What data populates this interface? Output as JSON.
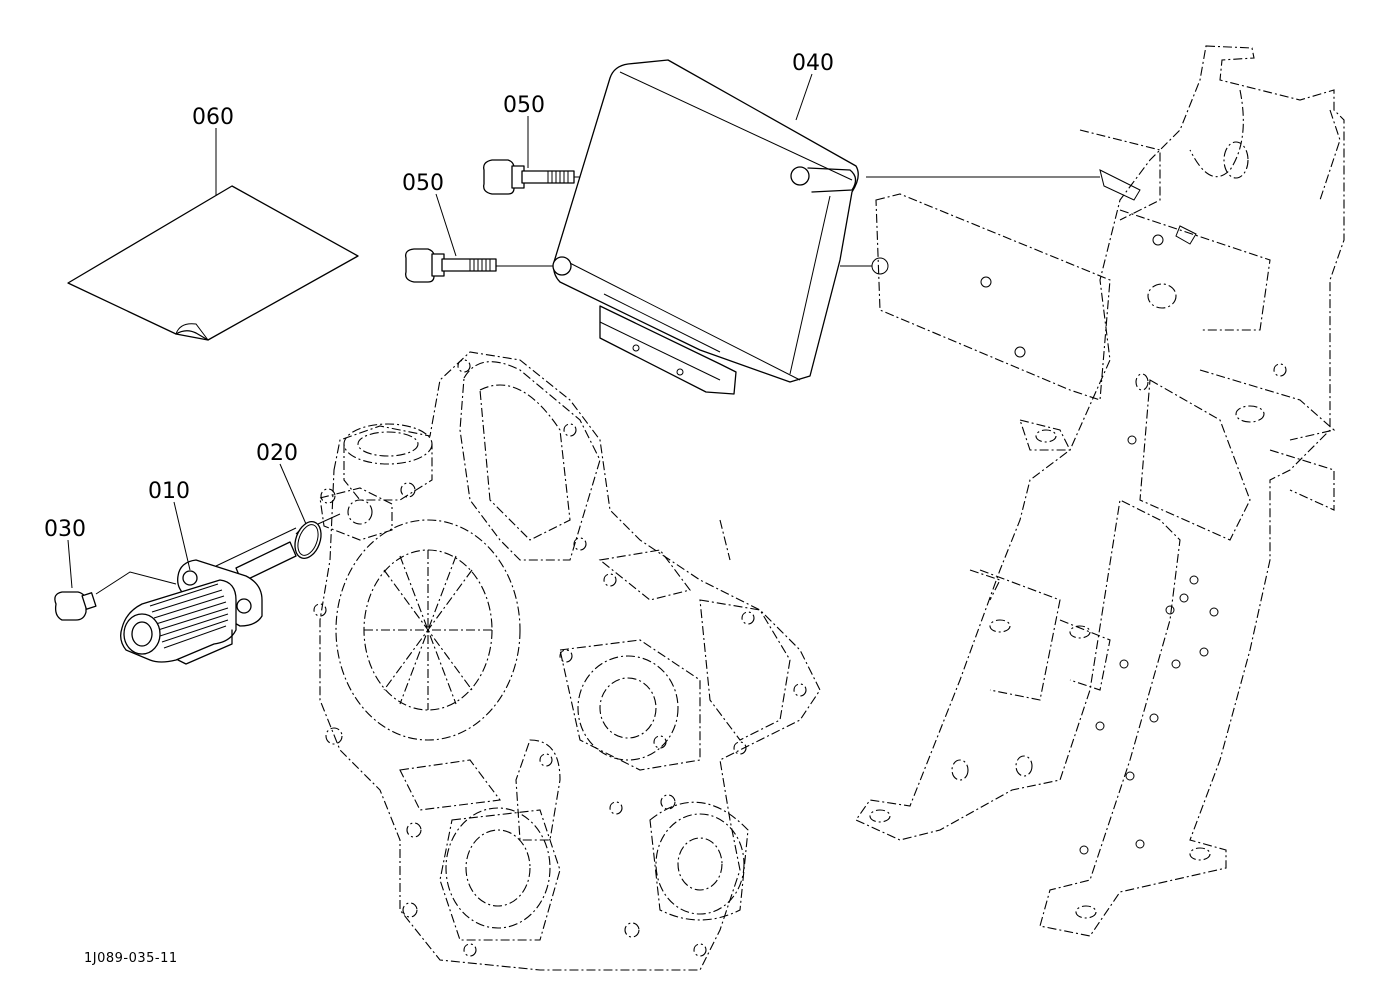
{
  "callouts": {
    "p010": "010",
    "p020": "020",
    "p030": "030",
    "p040": "040",
    "p050a": "050",
    "p050b": "050",
    "p060": "060"
  },
  "drawing_code": "1J089-035-11",
  "colors": {
    "line": "#000000",
    "background": "#ffffff"
  }
}
